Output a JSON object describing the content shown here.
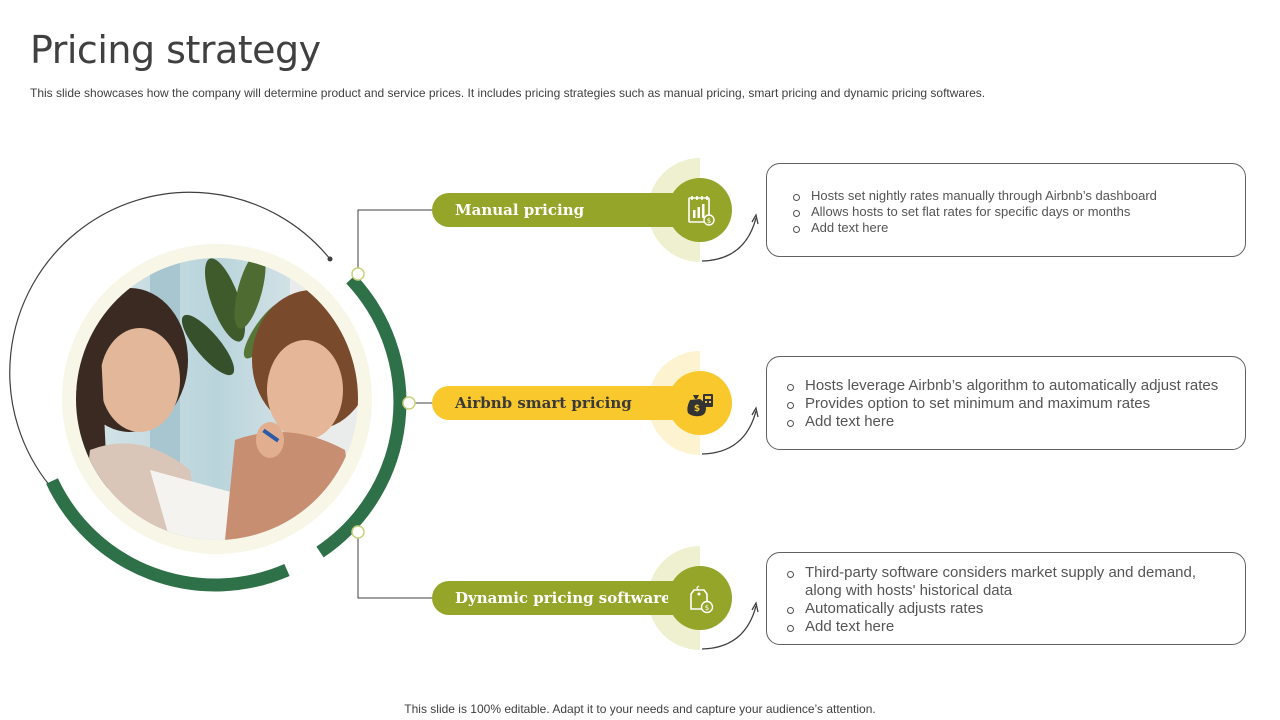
{
  "slide": {
    "title": "Pricing strategy",
    "subtitle": "This slide showcases how the company will determine product and service prices. It includes pricing strategies such as manual pricing, smart pricing and dynamic pricing softwares.",
    "footer": "This slide is 100% editable. Adapt it to your needs and capture your audience’s attention."
  },
  "strategies": [
    {
      "label": "Manual pricing",
      "icon": "price-chart-icon",
      "bullets": [
        "Hosts set nightly rates manually through Airbnb’s dashboard",
        "Allows hosts to set flat rates for specific days or months",
        "Add text here"
      ]
    },
    {
      "label": "Airbnb smart pricing",
      "icon": "money-bag-calculator-icon",
      "bullets": [
        "Hosts leverage Airbnb’s algorithm to automatically adjust rates",
        "Provides option to set minimum and maximum rates",
        "Add text here"
      ]
    },
    {
      "label": "Dynamic pricing software",
      "icon": "price-tag-icon",
      "bullets": [
        "Third-party software considers market supply and demand, along with hosts' historical data",
        "Automatically adjusts rates",
        "Add text here"
      ]
    }
  ],
  "colors": {
    "olive": "#94a52a",
    "yellow": "#f9c82d",
    "dark_green": "#2e7048",
    "cream": "#f8f6e6",
    "light_olive": "#eef0cf",
    "light_yellow": "#fdf3d0"
  }
}
